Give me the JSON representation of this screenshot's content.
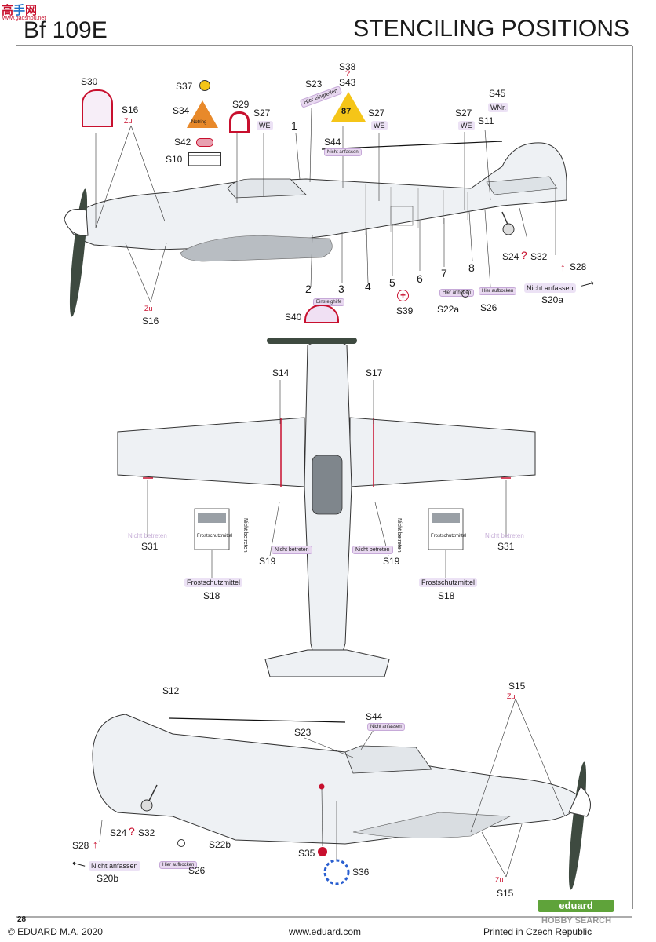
{
  "watermark": {
    "chars": [
      "高",
      "手",
      "网"
    ],
    "url": "www.gaoshou.net"
  },
  "header": {
    "title_left": "Bf 109E",
    "title_right": "STENCILING POSITIONS"
  },
  "side_view_top": {
    "stencils": {
      "s30": "S30",
      "s16a": "S16",
      "s16b": "S16",
      "s37": "S37",
      "s34": "S34",
      "s42": "S42",
      "s10": "S10",
      "s29": "S29",
      "s27a": "S27",
      "s27b": "S27",
      "s27c": "S27",
      "s23": "S23",
      "s38": "S38",
      "q38": "?",
      "s43": "S43",
      "s44": "S44",
      "s45": "S45",
      "s11": "S11",
      "s24": "S24",
      "q24": "?",
      "s32": "S32",
      "s28": "S28",
      "s20a": "S20a",
      "s40": "S40",
      "s39": "S39",
      "s22a": "S22a",
      "s26": "S26"
    },
    "texts": {
      "zu": "Zu",
      "notring": "Notring",
      "we": "WE",
      "wnr": "WNr.",
      "hier_eingreifen": "Hier eingreifen",
      "nicht_anfassen_small": "Nicht anfassen",
      "n87": "87",
      "nicht_anfassen": "Nicht anfassen",
      "hier_aufbocken": "Hier aufbocken",
      "hier_anheben": "Hier anheben",
      "einsteighilfe": "Einsteighilfe"
    },
    "numbers": [
      "1",
      "2",
      "3",
      "4",
      "5",
      "6",
      "7",
      "8"
    ]
  },
  "top_view": {
    "stencils": {
      "s14": "S14",
      "s17": "S17",
      "s31a": "S31",
      "s31b": "S31",
      "s19a": "S19",
      "s19b": "S19",
      "s18a": "S18",
      "s18b": "S18"
    },
    "texts": {
      "nicht_betreten": "Nicht betreten",
      "frostschutzmittel": "Frostschutzmittel"
    }
  },
  "side_view_bottom": {
    "stencils": {
      "s12": "S12",
      "s15a": "S15",
      "s15b": "S15",
      "s44": "S44",
      "s23": "S23",
      "s28": "S28",
      "s24": "S24",
      "q24": "?",
      "s32": "S32",
      "s22b": "S22b",
      "s20b": "S20b",
      "s26": "S26",
      "s35": "S35",
      "s36": "S36"
    },
    "texts": {
      "nicht_anfassen": "Nicht anfassen",
      "zu": "Zu"
    }
  },
  "footer": {
    "page_number": "28",
    "copyright": "© EDUARD M.A. 2020",
    "website": "www.eduard.com",
    "printed": "Printed in Czech Republic",
    "logo": "eduard",
    "watermark_right": "HOBBY SEARCH"
  },
  "colors": {
    "accent_red": "#c8102e",
    "label_purple": "#e8d8f0",
    "yellow": "#f5c518",
    "orange": "#e8892a"
  }
}
